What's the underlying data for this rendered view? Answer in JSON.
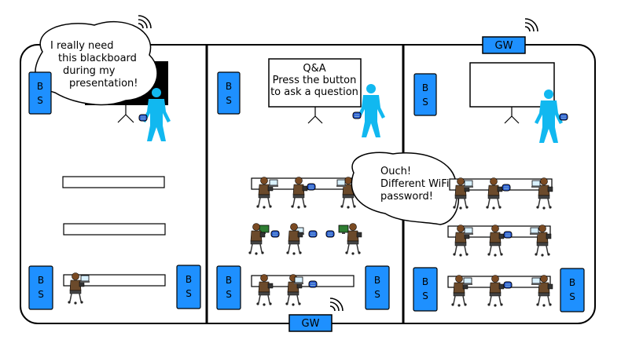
{
  "labels": {
    "base_station_top": "B",
    "base_station_bottom": "S",
    "gateway": "GW"
  },
  "bubbles": {
    "left": [
      "I really need",
      "this blackboard",
      "during my",
      "presentation!"
    ],
    "right": [
      "Ouch!",
      "Different WiFi",
      "password!"
    ]
  },
  "boards": {
    "middle": [
      "Q&A",
      "Press the button",
      "to ask a question"
    ]
  },
  "colors": {
    "device_blue": "#1e90ff",
    "person_cyan": "#11b8f0",
    "outline": "#000000",
    "student_body": "#8b5a2b",
    "student_chair": "#3a3a3a",
    "remote": "#2a5bd7"
  }
}
